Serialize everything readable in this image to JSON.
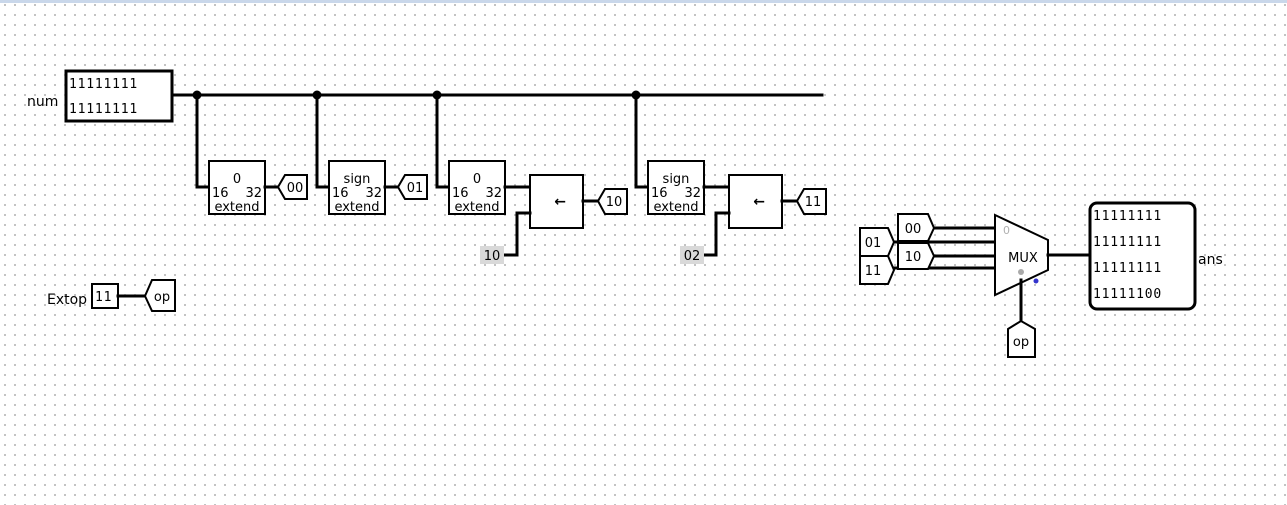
{
  "input_num": {
    "label": "num",
    "rows": [
      "11111111",
      "11111111"
    ]
  },
  "input_extop": {
    "label": "Extop",
    "value": "11"
  },
  "tunnels": {
    "op": "op",
    "t00": "00",
    "t01": "01",
    "t10": "10",
    "t11": "11"
  },
  "extenders": [
    {
      "top": "0",
      "left": "16",
      "right": "32",
      "bottom": "extend"
    },
    {
      "top": "sign",
      "left": "16",
      "right": "32",
      "bottom": "extend"
    },
    {
      "top": "0",
      "left": "16",
      "right": "32",
      "bottom": "extend"
    },
    {
      "top": "sign",
      "left": "16",
      "right": "32",
      "bottom": "extend"
    }
  ],
  "shifters": [
    {
      "arrow": "←",
      "constant": "10"
    },
    {
      "arrow": "←",
      "constant": "02"
    }
  ],
  "mux": {
    "label": "MUX",
    "zero_mark": "0",
    "inputs": [
      "00",
      "01",
      "10",
      "11"
    ],
    "select": "op"
  },
  "output_ans": {
    "label": "ans",
    "rows": [
      "11111111",
      "11111111",
      "11111111",
      "11111100"
    ]
  },
  "colors": {
    "wire": "#000000",
    "grid_dot": "#b4b4b4",
    "constant_bg": "#d9d9d9",
    "mux_select_dot": "#3333cc"
  }
}
